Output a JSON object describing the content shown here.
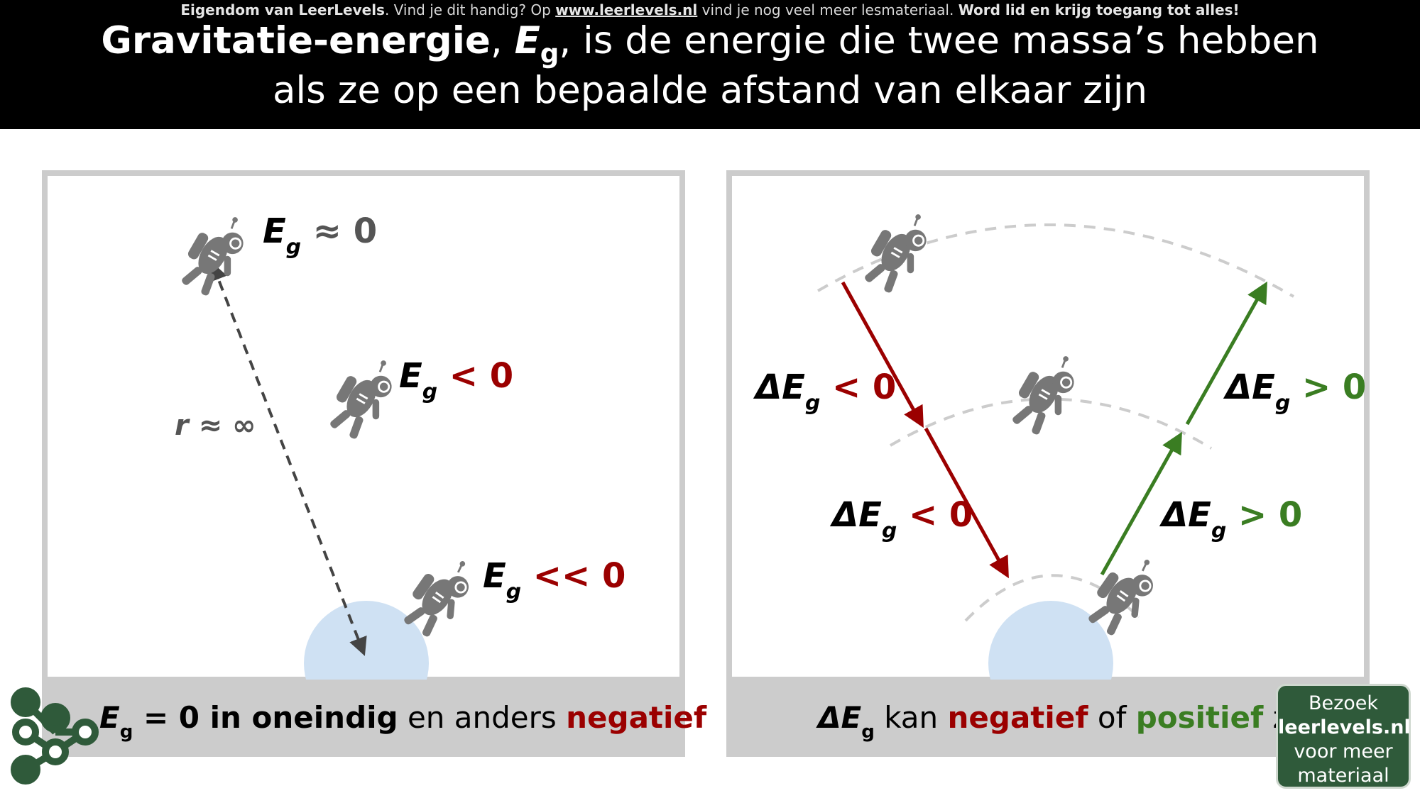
{
  "banner": {
    "part1": "Eigendom van LeerLevels",
    "part2": ". Vind je dit handig? Op ",
    "link": "www.leerlevels.nl",
    "part3": " vind je nog veel meer lesmateriaal. ",
    "part4": "Word lid en krijg toegang tot alles!"
  },
  "title": {
    "bold": "Gravitatie-energie",
    "sep": ", ",
    "symbol": "E",
    "subscript": "g",
    "rest_line1": ", is de energie die twee massa’s hebben",
    "line2": "als ze op een bepaalde afstand van elkaar zijn"
  },
  "left_panel": {
    "labels": {
      "top": {
        "symbol": "E",
        "sub": "g",
        "rel": " ≈ 0"
      },
      "middle": {
        "symbol": "E",
        "sub": "g",
        "rel": " < 0"
      },
      "bottom": {
        "symbol": "E",
        "sub": "g",
        "rel": " << 0"
      }
    },
    "distance_label": "r ≈ ∞",
    "caption": {
      "symbol": "E",
      "sub": "g",
      "bold": " = 0 in oneindig",
      "normal": " en anders ",
      "neg": "negatief"
    }
  },
  "right_panel": {
    "labels": {
      "left_upper": {
        "symbol": "ΔE",
        "sub": "g",
        "rel": " < 0"
      },
      "left_lower": {
        "symbol": "ΔE",
        "sub": "g",
        "rel": " < 0"
      },
      "right_upper": {
        "symbol": "ΔE",
        "sub": "g",
        "rel": " > 0"
      },
      "right_lower": {
        "symbol": "ΔE",
        "sub": "g",
        "rel": " > 0"
      }
    },
    "caption": {
      "symbol": "ΔE",
      "sub": "g",
      "n1": " kan ",
      "neg": "negatief",
      "n2": " of ",
      "pos": "positief",
      "n3": " zijn"
    }
  },
  "visit_button": {
    "line1": "Bezoek",
    "line2": "leerlevels.nl",
    "line3": "voor meer",
    "line4": "materiaal"
  },
  "colors": {
    "negative": "#9b0000",
    "positive": "#3a7d22",
    "planet": "#cfe1f3",
    "astronaut": "#777777",
    "brand": "#2f5a3a"
  },
  "icons": [
    "astronaut-icon",
    "planet-icon",
    "leerlevels-logo-icon"
  ]
}
